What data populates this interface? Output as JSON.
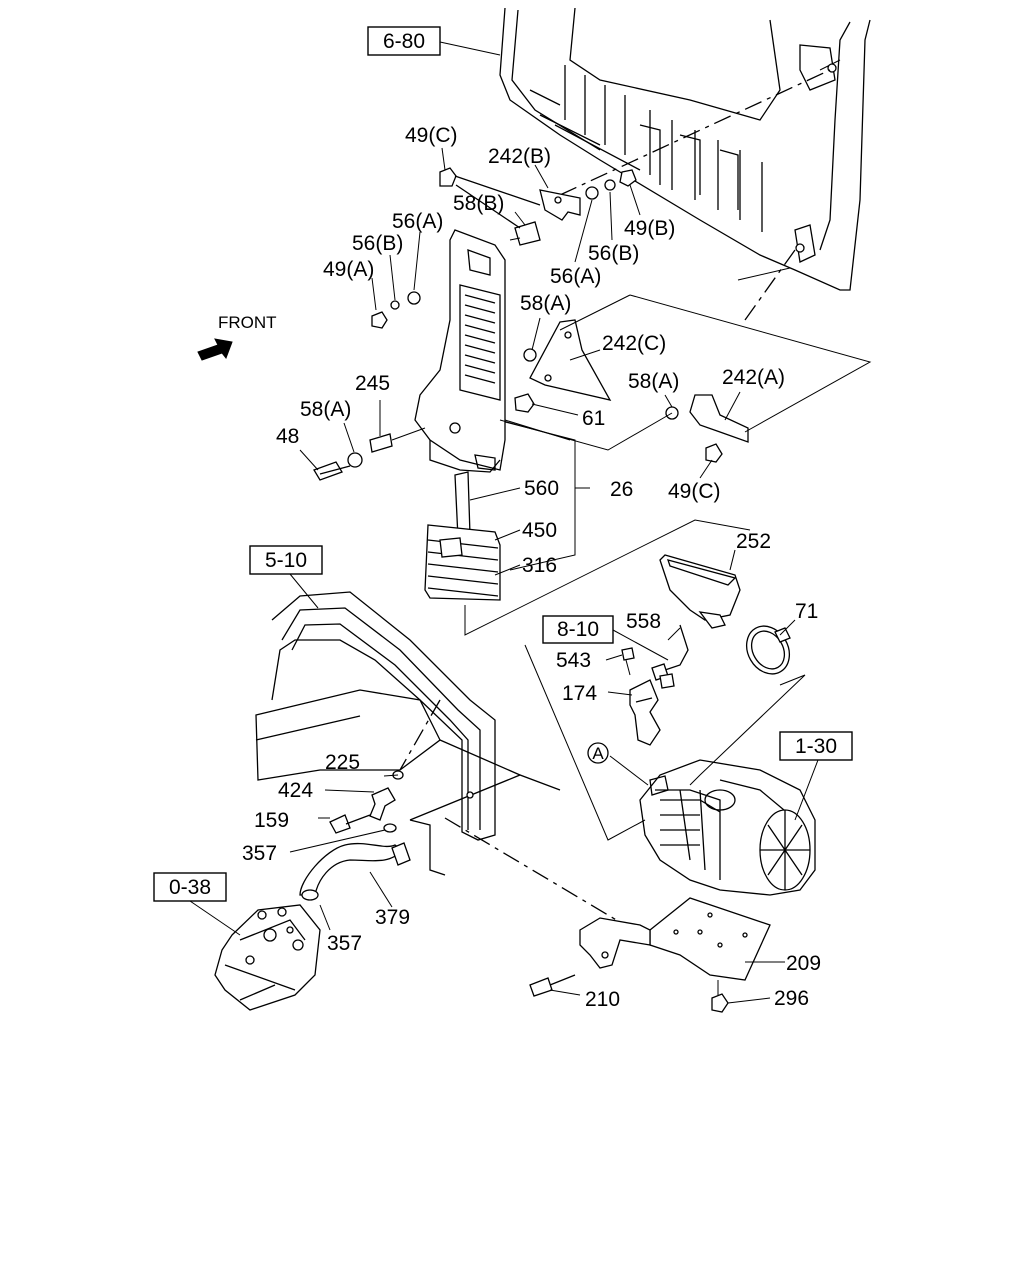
{
  "direction_label": "FRONT",
  "reference_boxes": [
    "6-80",
    "5-10",
    "8-10",
    "1-30",
    "0-38"
  ],
  "circle_marker": "A",
  "part_labels": {
    "p49c_top": "49(C)",
    "p242b": "242(B)",
    "p58b": "58(B)",
    "p56a_left": "56(A)",
    "p56b_left": "56(B)",
    "p49a": "49(A)",
    "p49b": "49(B)",
    "p56b_right": "56(B)",
    "p56a_right": "56(A)",
    "p58a_mid": "58(A)",
    "p242c": "242(C)",
    "p61": "61",
    "p58a_right": "58(A)",
    "p242a": "242(A)",
    "p245": "245",
    "p58a_left": "58(A)",
    "p48": "48",
    "p560": "560",
    "p26": "26",
    "p49c_bottom": "49(C)",
    "p450": "450",
    "p316": "316",
    "p252": "252",
    "p71": "71",
    "p558": "558",
    "p543": "543",
    "p174": "174",
    "p225": "225",
    "p424": "424",
    "p159": "159",
    "p357_left": "357",
    "p379": "379",
    "p357_bottom": "357",
    "p209": "209",
    "p210": "210",
    "p296": "296"
  }
}
